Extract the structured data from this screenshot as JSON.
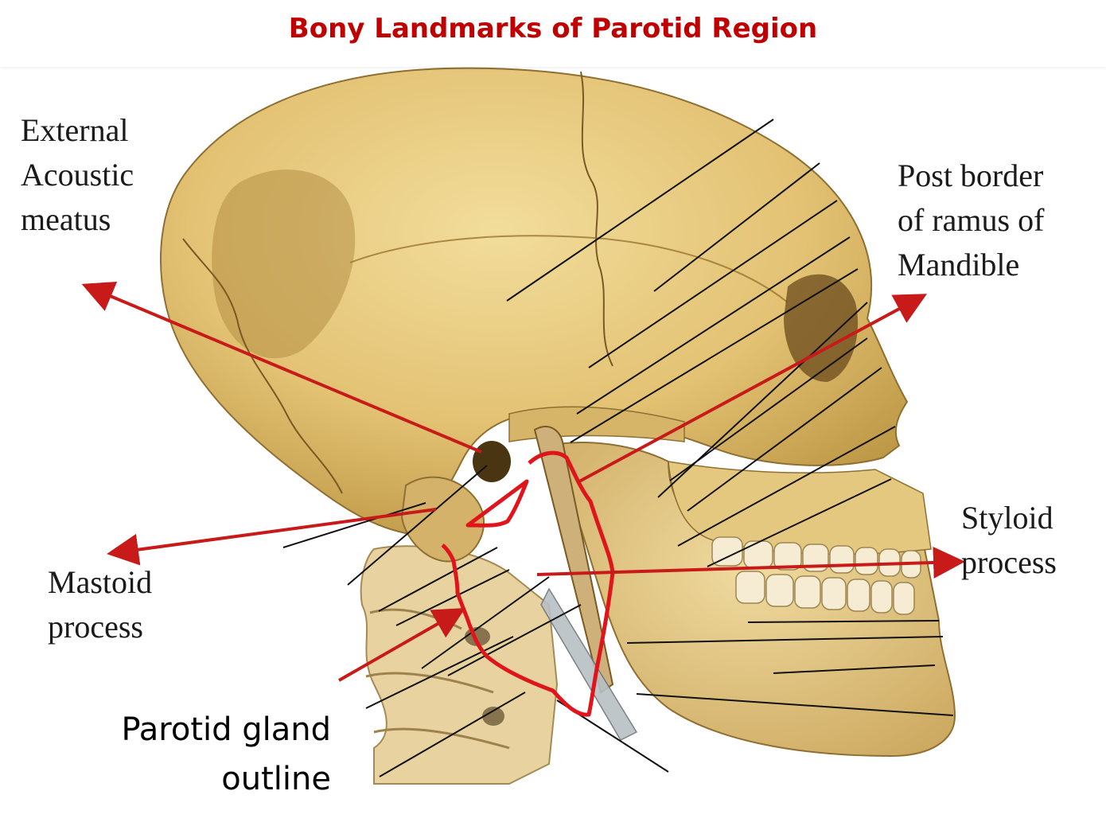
{
  "title": "Bony Landmarks of Parotid Region",
  "colors": {
    "title": "#c00000",
    "arrow": "#c91a1a",
    "outline": "#e0151b",
    "bone": "#e3c274",
    "bone_shadow": "#b28d3c"
  },
  "labels": {
    "external_acoustic_meatus": [
      "External",
      "Acoustic",
      "meatus"
    ],
    "post_border_ramus": [
      "Post border",
      "of ramus of",
      "Mandible"
    ],
    "styloid_process": [
      "Styloid",
      "process"
    ],
    "mastoid_process": [
      "Mastoid",
      "process"
    ],
    "parotid_gland_outline": [
      "Parotid gland",
      "outline"
    ]
  },
  "illustration": {
    "subject": "lateral-view-skull-icon",
    "overlay": "parotid-outline-icon"
  }
}
